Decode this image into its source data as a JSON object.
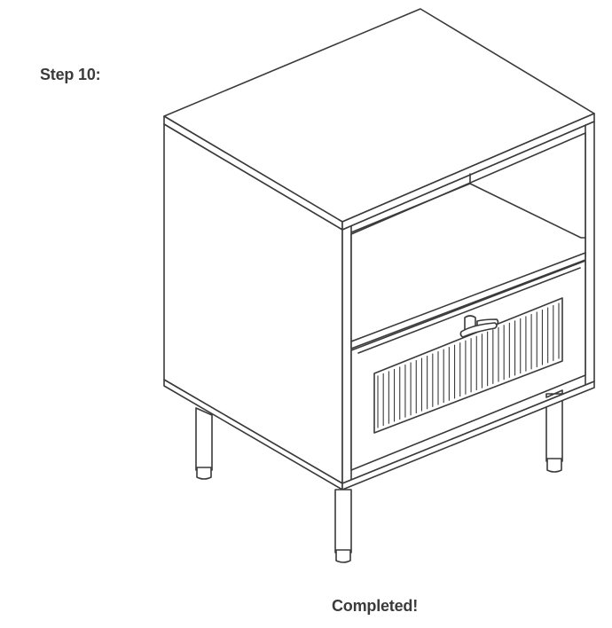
{
  "step": {
    "label": "Step 10:"
  },
  "caption": {
    "text": "Completed!"
  },
  "illustration": {
    "icon": "nightstand-line-drawing",
    "line_color": "#3a3a3a"
  }
}
